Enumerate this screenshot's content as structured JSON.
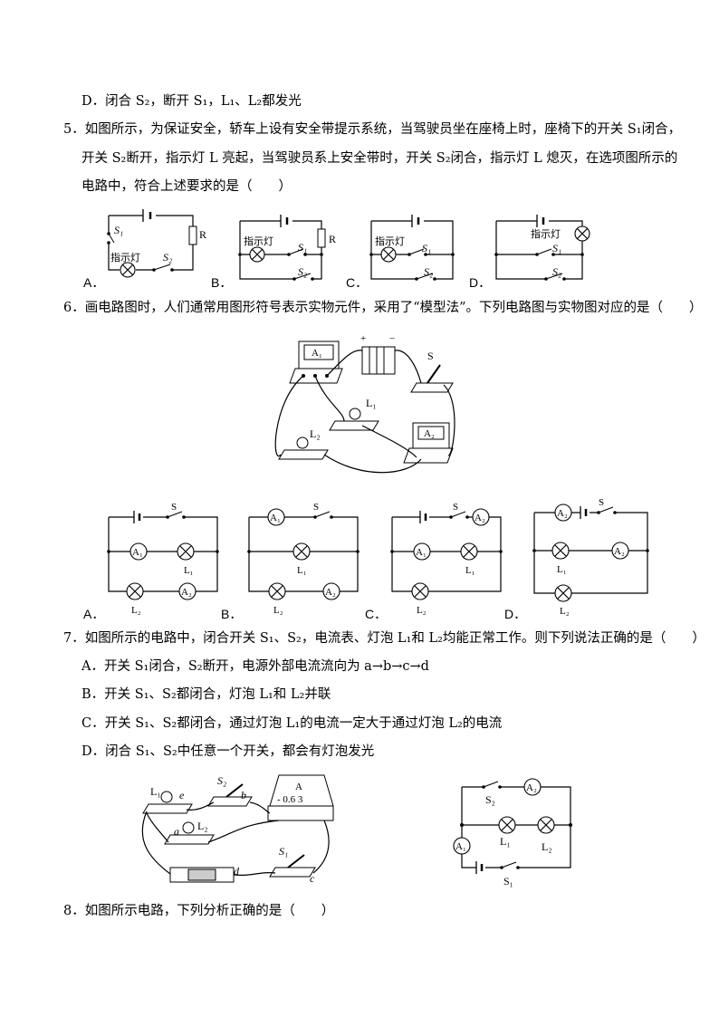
{
  "q4_option_d": "D．闭合 S₂，断开 S₁，L₁、L₂都发光",
  "q5": {
    "line1": "5．如图所示，为保证安全，轿车上设有安全带提示系统，当驾驶员坐在座椅上时，座椅下的开关 S₁闭合，",
    "line2": "开关 S₂断开，指示灯 L 亮起，当驾驶员系上安全带时，开关 S₂闭合，指示灯 L 熄灭，在选项图所示的",
    "line3": "电路中，符合上述要求的是（　　）",
    "option_labels": [
      "A．",
      "B．",
      "C．",
      "D．"
    ],
    "indicator_label": "指示灯",
    "resistor_label": "R",
    "s1": "S₁",
    "s2": "S₂"
  },
  "q6": {
    "line1": "6．画电路图时，人们通常用图形符号表示实物元件，采用了“模型法”。下列电路图与实物图对应的是（　　）",
    "option_labels": [
      "A．",
      "B．",
      "C．",
      "D．"
    ],
    "labels": {
      "s": "S",
      "a1": "A₁",
      "a2": "A₂",
      "l1": "L₁",
      "l2": "L₂",
      "plus": "+",
      "minus": "−"
    }
  },
  "q7": {
    "line1": "7．如图所示的电路中，闭合开关 S₁、S₂，电流表、灯泡 L₁和 L₂均能正常工作。则下列说法正确的是（　　）",
    "option_a": "A．开关 S₁闭合，S₂断开，电源外部电流流向为 a→b→c→d",
    "option_b": "B．开关 S₁、S₂都闭合，灯泡 L₁和 L₂并联",
    "option_c": "C．开关 S₁、S₂都闭合，通过灯泡 L₁的电流一定大于通过灯泡 L₂的电流",
    "option_d": "D．闭合 S₁、S₂中任意一个开关，都会有灯泡发光",
    "labels": {
      "l1": "L₁",
      "l2": "L₂",
      "s1": "S₁",
      "s2": "S₂",
      "a1": "A₁",
      "a2": "A₂",
      "a": "a",
      "b": "b",
      "c": "c",
      "d": "d",
      "e": "e",
      "meter": "A",
      "scale": "- 0.6 3"
    }
  },
  "q8": {
    "line1": "8．如图所示电路，下列分析正确的是（　　）"
  }
}
